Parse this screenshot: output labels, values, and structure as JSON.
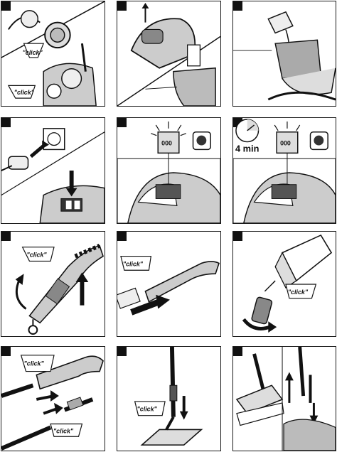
{
  "callouts": {
    "click": "\"click\"",
    "timer": "4 min",
    "indicator": "000"
  }
}
